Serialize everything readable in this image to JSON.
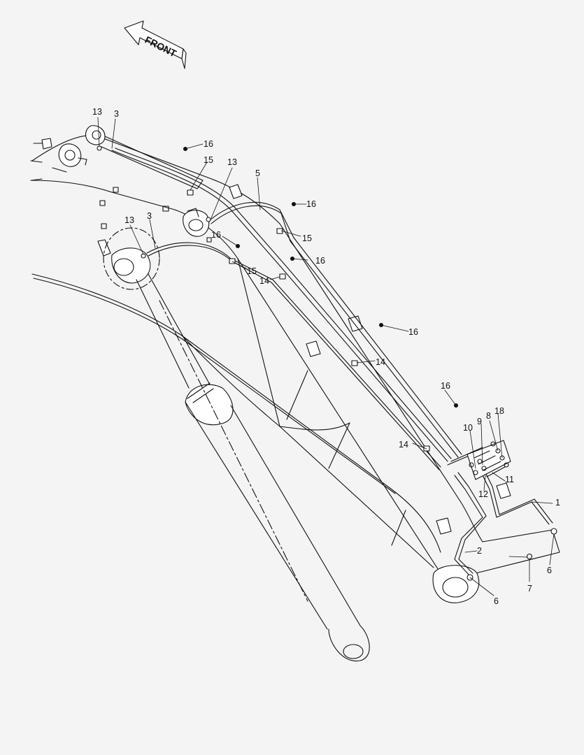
{
  "diagram": {
    "direction_label": "FRONT",
    "callouts": {
      "c13a": "13",
      "c3a": "3",
      "c16a": "16",
      "c15a": "15",
      "c13b": "13",
      "c5": "5",
      "c16b": "16",
      "c13c": "13",
      "c3b": "3",
      "c16c": "16",
      "c15b": "15",
      "c16d": "16",
      "c14a": "14",
      "c15c": "15",
      "c16e": "16",
      "c14b": "14",
      "c16f": "16",
      "c18": "18",
      "c8": "8",
      "c9": "9",
      "c10": "10",
      "c14c": "14",
      "c11": "11",
      "c12": "12",
      "c1": "1",
      "c2": "2",
      "c6a": "6",
      "c7": "7",
      "c6b": "6"
    }
  }
}
